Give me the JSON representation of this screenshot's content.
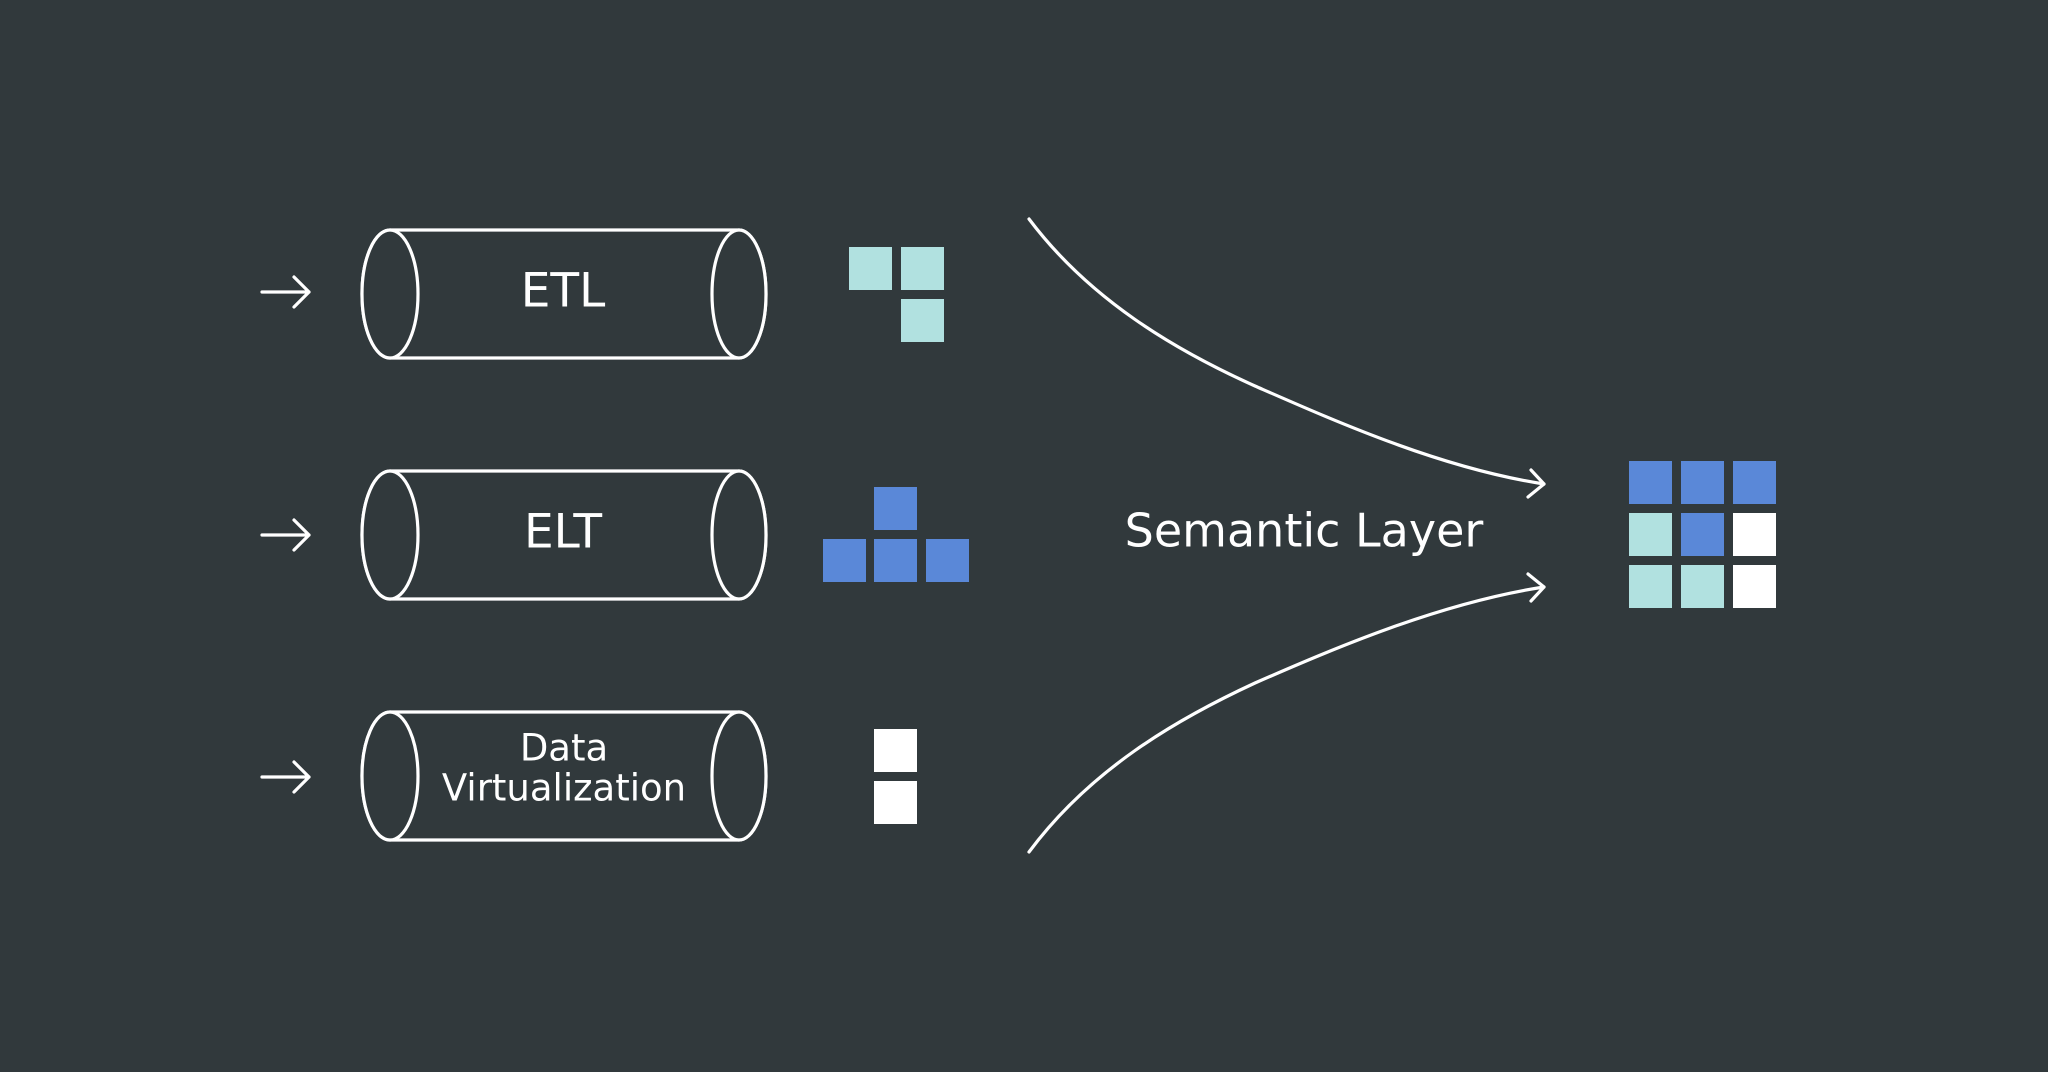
{
  "colors": {
    "background": "#31393c",
    "line": "#ffffff",
    "blue": "#5a88d8",
    "teal": "#b1e1e0",
    "white": "#ffffff"
  },
  "pipelines": [
    {
      "id": "etl",
      "label_lines": [
        "ETL"
      ],
      "input_icon": "right-arrow-icon",
      "output_icon": "teal-block-cluster-icon",
      "output_blocks": [
        {
          "row": 0,
          "col": 0,
          "color": "teal"
        },
        {
          "row": 0,
          "col": 1,
          "color": "teal"
        },
        {
          "row": 1,
          "col": 1,
          "color": "teal"
        }
      ]
    },
    {
      "id": "elt",
      "label_lines": [
        "ELT"
      ],
      "input_icon": "right-arrow-icon",
      "output_icon": "blue-block-pyramid-icon",
      "output_blocks": [
        {
          "row": 0,
          "col": 1,
          "color": "blue"
        },
        {
          "row": 1,
          "col": 0,
          "color": "blue"
        },
        {
          "row": 1,
          "col": 1,
          "color": "blue"
        },
        {
          "row": 1,
          "col": 2,
          "color": "blue"
        }
      ]
    },
    {
      "id": "data-virtualization",
      "label_lines": [
        "Data",
        "Virtualization"
      ],
      "input_icon": "right-arrow-icon",
      "output_icon": "white-block-stack-icon",
      "output_blocks": [
        {
          "row": 0,
          "col": 0,
          "color": "white"
        },
        {
          "row": 1,
          "col": 0,
          "color": "white"
        }
      ]
    }
  ],
  "semantic_layer": {
    "label": "Semantic Layer",
    "connectors": [
      "curved-arrow-upper",
      "curved-arrow-lower"
    ]
  },
  "result_grid": {
    "icon": "semantic-grid-icon",
    "rows": [
      [
        "blue",
        "blue",
        "blue"
      ],
      [
        "teal",
        "blue",
        "white"
      ],
      [
        "teal",
        "teal",
        "white"
      ]
    ]
  }
}
